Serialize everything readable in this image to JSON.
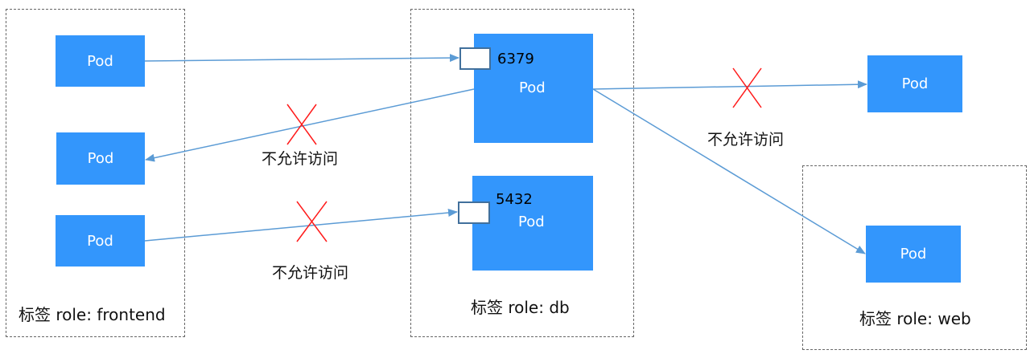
{
  "diagram": {
    "title": "Kubernetes NetworkPolicy: only frontend may access db ports",
    "colors": {
      "pod_fill": "#3396fc",
      "pod_text": "#ffffff",
      "arrow": "#5b9bd5",
      "deny_mark": "#ff1a1a",
      "group_border": "#666666",
      "port_border": "#41709c"
    },
    "groups": [
      {
        "id": "frontend",
        "label": "标签 role: frontend"
      },
      {
        "id": "db",
        "label": "标签 role: db"
      },
      {
        "id": "web",
        "label": "标签 role: web"
      }
    ],
    "pods": [
      {
        "id": "frontend-pod-1",
        "group": "frontend",
        "label": "Pod"
      },
      {
        "id": "frontend-pod-2",
        "group": "frontend",
        "label": "Pod"
      },
      {
        "id": "frontend-pod-3",
        "group": "frontend",
        "label": "Pod"
      },
      {
        "id": "db-pod-1",
        "group": "db",
        "label": "Pod",
        "port": "6379"
      },
      {
        "id": "db-pod-2",
        "group": "db",
        "label": "Pod",
        "port": "5432"
      },
      {
        "id": "external-pod",
        "group": null,
        "label": "Pod"
      },
      {
        "id": "web-pod",
        "group": "web",
        "label": "Pod"
      }
    ],
    "connections": [
      {
        "from": "frontend-pod-1",
        "to": "db-pod-1:6379",
        "allowed": true
      },
      {
        "from": "db-pod-1",
        "to": "frontend-pod-2",
        "allowed": false,
        "label": "不允许访问"
      },
      {
        "from": "frontend-pod-3",
        "to": "db-pod-2:5432",
        "allowed": false,
        "label": "不允许访问"
      },
      {
        "from": "db-pod-1",
        "to": "external-pod",
        "allowed": false,
        "label": "不允许访问"
      },
      {
        "from": "db-pod-1",
        "to": "web-pod",
        "allowed": true
      }
    ]
  }
}
